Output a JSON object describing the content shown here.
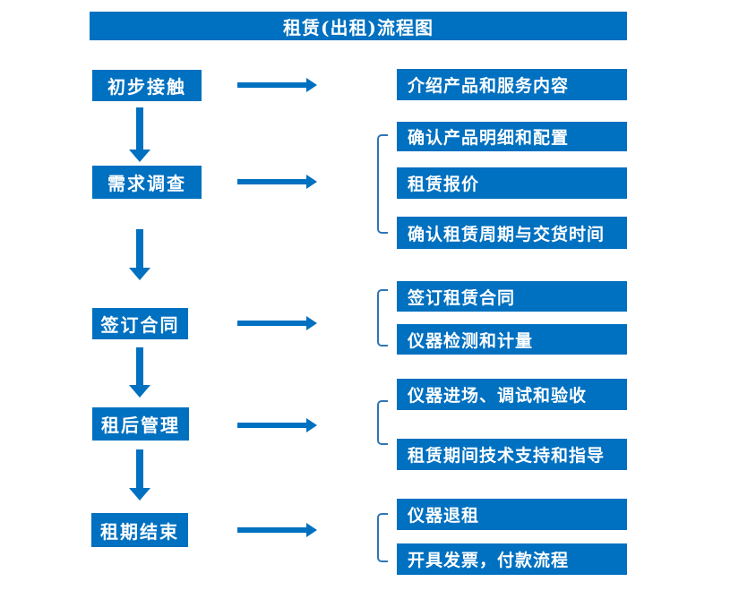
{
  "title": "租赁(出租)流程图",
  "colors": {
    "primary": "#0070C0",
    "bracket": "#2E75B6",
    "box_text": "#FFFFFF",
    "background": "#FFFFFF"
  },
  "stages": [
    {
      "label": "初步接触",
      "outputs": [
        "介绍产品和服务内容"
      ]
    },
    {
      "label": "需求调查",
      "outputs": [
        "确认产品明细和配置",
        "租赁报价",
        "确认租赁周期与交货时间"
      ]
    },
    {
      "label": "签订合同",
      "outputs": [
        "签订租赁合同",
        "仪器检测和计量"
      ]
    },
    {
      "label": "租后管理",
      "outputs": [
        "仪器进场、调试和验收",
        "租赁期间技术支持和指导"
      ]
    },
    {
      "label": "租期结束",
      "outputs": [
        "仪器退租",
        "开具发票，付款流程"
      ]
    }
  ]
}
